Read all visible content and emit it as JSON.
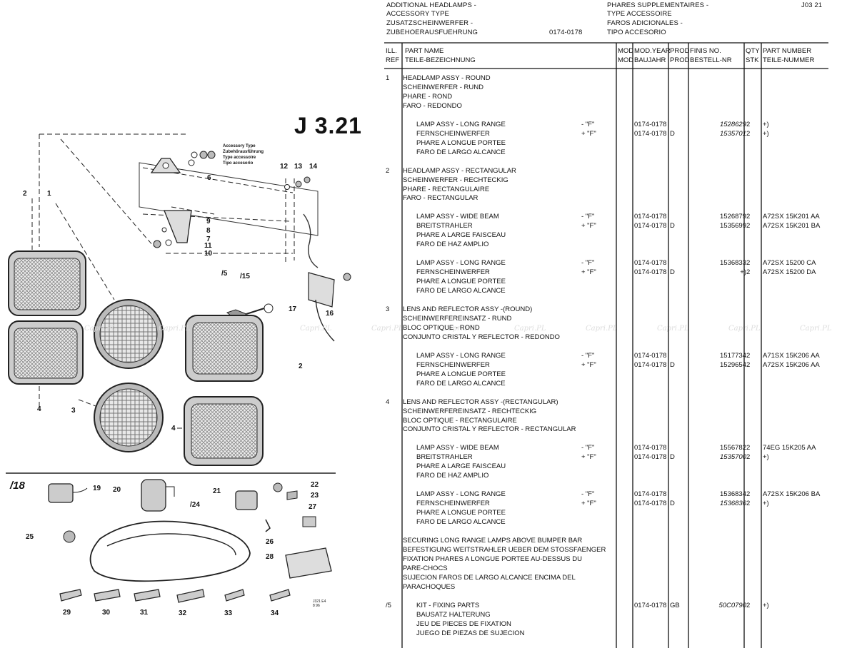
{
  "header": {
    "left_lines": [
      "ADDITIONAL HEADLAMPS -",
      "ACCESSORY TYPE",
      "ZUSATZSCHEINWERFER -",
      "ZUBEHOERAUSFUEHRUNG"
    ],
    "date_range": "0174-0178",
    "right_lines": [
      "PHARES SUPPLEMENTAIRES -",
      "TYPE ACCESSOIRE",
      "FAROS ADICIONALES -",
      "TIPO ACCESORIO"
    ],
    "code": "J03 21"
  },
  "figure": {
    "title": "J 3.21",
    "legend": [
      "Accessory Type",
      "Zubehörausführung",
      "Type accessoire",
      "Tipo accesorio"
    ],
    "callouts_top": [
      "1",
      "2",
      "3",
      "4",
      "5",
      "6",
      "7",
      "8",
      "9",
      "10",
      "11",
      "12",
      "13",
      "14",
      "15",
      "16",
      "17"
    ],
    "callouts_bottom": [
      "18",
      "19",
      "20",
      "21",
      "22",
      "23",
      "24",
      "25",
      "26",
      "27",
      "28",
      "29",
      "30",
      "31",
      "32",
      "33",
      "34"
    ],
    "ref_code": "J321 E4 8 96",
    "watermark": "Capri.PL"
  },
  "columns": {
    "ill_ref": [
      "ILL.",
      "REF"
    ],
    "part_name": [
      "PART NAME",
      "TEILE-BEZEICHNUNG"
    ],
    "mod": [
      "MOD",
      "MOD"
    ],
    "mod_year": [
      "MOD.YEAR",
      "BAUJAHR"
    ],
    "prod": [
      "PROD",
      "PROD"
    ],
    "finis": [
      "FINIS NO.",
      "BESTELL-NR"
    ],
    "qty": [
      "QTY",
      "STK"
    ],
    "part_number": [
      "PART NUMBER",
      "TEILE-NUMMER"
    ]
  },
  "rows": [
    {
      "ref": "1",
      "name": "HEADLAMP ASSY - ROUND",
      "var": "",
      "year": "",
      "prod": "",
      "fin": "",
      "qty": "",
      "pn": "",
      "indent": false
    },
    {
      "ref": "",
      "name": "SCHEINWERFER - RUND",
      "var": "",
      "year": "",
      "prod": "",
      "fin": "",
      "qty": "",
      "pn": "",
      "indent": false
    },
    {
      "ref": "",
      "name": "PHARE - ROND",
      "var": "",
      "year": "",
      "prod": "",
      "fin": "",
      "qty": "",
      "pn": "",
      "indent": false
    },
    {
      "ref": "",
      "name": "FARO - REDONDO",
      "var": "",
      "year": "",
      "prod": "",
      "fin": "",
      "qty": "",
      "pn": "",
      "indent": false
    },
    {
      "gap": true
    },
    {
      "ref": "",
      "name": "LAMP ASSY - LONG RANGE",
      "var": "- \"F\"",
      "year": "0174-0178",
      "prod": "",
      "fin": "1528629",
      "qty": "2",
      "pn": "+)",
      "indent": true,
      "finit": true
    },
    {
      "ref": "",
      "name": "FERNSCHEINWERFER",
      "var": "+ \"F\"",
      "year": "0174-0178",
      "prod": "D",
      "fin": "1535701",
      "qty": "2",
      "pn": "+)",
      "indent": true,
      "finit": true
    },
    {
      "ref": "",
      "name": "PHARE A LONGUE PORTEE",
      "var": "",
      "year": "",
      "prod": "",
      "fin": "",
      "qty": "",
      "pn": "",
      "indent": true
    },
    {
      "ref": "",
      "name": "FARO DE LARGO ALCANCE",
      "var": "",
      "year": "",
      "prod": "",
      "fin": "",
      "qty": "",
      "pn": "",
      "indent": true
    },
    {
      "gap": true
    },
    {
      "ref": "2",
      "name": "HEADLAMP ASSY - RECTANGULAR",
      "var": "",
      "year": "",
      "prod": "",
      "fin": "",
      "qty": "",
      "pn": "",
      "indent": false
    },
    {
      "ref": "",
      "name": "SCHEINWERFER - RECHTECKIG",
      "var": "",
      "year": "",
      "prod": "",
      "fin": "",
      "qty": "",
      "pn": "",
      "indent": false
    },
    {
      "ref": "",
      "name": "PHARE - RECTANGULAIRE",
      "var": "",
      "year": "",
      "prod": "",
      "fin": "",
      "qty": "",
      "pn": "",
      "indent": false
    },
    {
      "ref": "",
      "name": "FARO - RECTANGULAR",
      "var": "",
      "year": "",
      "prod": "",
      "fin": "",
      "qty": "",
      "pn": "",
      "indent": false
    },
    {
      "gap": true
    },
    {
      "ref": "",
      "name": "LAMP ASSY - WIDE BEAM",
      "var": "- \"F\"",
      "year": "0174-0178",
      "prod": "",
      "fin": "1526879",
      "qty": "2",
      "pn": "A72SX 15K201 AA",
      "indent": true
    },
    {
      "ref": "",
      "name": "BREITSTRAHLER",
      "var": "+ \"F\"",
      "year": "0174-0178",
      "prod": "D",
      "fin": "1535699",
      "qty": "2",
      "pn": "A72SX 15K201 BA",
      "indent": true
    },
    {
      "ref": "",
      "name": "PHARE A LARGE FAISCEAU",
      "var": "",
      "year": "",
      "prod": "",
      "fin": "",
      "qty": "",
      "pn": "",
      "indent": true
    },
    {
      "ref": "",
      "name": "FARO DE HAZ AMPLIO",
      "var": "",
      "year": "",
      "prod": "",
      "fin": "",
      "qty": "",
      "pn": "",
      "indent": true
    },
    {
      "gap": true
    },
    {
      "ref": "",
      "name": "LAMP ASSY - LONG RANGE",
      "var": "- \"F\"",
      "year": "0174-0178",
      "prod": "",
      "fin": "1536833",
      "qty": "2",
      "pn": "A72SX 15200 CA",
      "indent": true
    },
    {
      "ref": "",
      "name": "FERNSCHEINWERFER",
      "var": "+ \"F\"",
      "year": "0174-0178",
      "prod": "D",
      "fin": "+)",
      "qty": "2",
      "pn": "A72SX 15200 DA",
      "indent": true
    },
    {
      "ref": "",
      "name": "PHARE A LONGUE PORTEE",
      "var": "",
      "year": "",
      "prod": "",
      "fin": "",
      "qty": "",
      "pn": "",
      "indent": true
    },
    {
      "ref": "",
      "name": "FARO DE LARGO ALCANCE",
      "var": "",
      "year": "",
      "prod": "",
      "fin": "",
      "qty": "",
      "pn": "",
      "indent": true
    },
    {
      "gap": true
    },
    {
      "ref": "3",
      "name": "LENS AND REFLECTOR ASSY -(ROUND)",
      "var": "",
      "year": "",
      "prod": "",
      "fin": "",
      "qty": "",
      "pn": "",
      "indent": false
    },
    {
      "ref": "",
      "name": "SCHEINWERFEREINSATZ - RUND",
      "var": "",
      "year": "",
      "prod": "",
      "fin": "",
      "qty": "",
      "pn": "",
      "indent": false
    },
    {
      "ref": "",
      "name": "BLOC OPTIQUE - ROND",
      "var": "",
      "year": "",
      "prod": "",
      "fin": "",
      "qty": "",
      "pn": "",
      "indent": false
    },
    {
      "ref": "",
      "name": "CONJUNTO CRISTAL Y REFLECTOR - REDONDO",
      "var": "",
      "year": "",
      "prod": "",
      "fin": "",
      "qty": "",
      "pn": "",
      "indent": false
    },
    {
      "gap": true
    },
    {
      "ref": "",
      "name": "LAMP ASSY - LONG RANGE",
      "var": "- \"F\"",
      "year": "0174-0178",
      "prod": "",
      "fin": "1517734",
      "qty": "2",
      "pn": "A71SX 15K206 AA",
      "indent": true
    },
    {
      "ref": "",
      "name": "FERNSCHEINWERFER",
      "var": "+ \"F\"",
      "year": "0174-0178",
      "prod": "D",
      "fin": "1529654",
      "qty": "2",
      "pn": "A72SX 15K206 AA",
      "indent": true
    },
    {
      "ref": "",
      "name": "PHARE A LONGUE PORTEE",
      "var": "",
      "year": "",
      "prod": "",
      "fin": "",
      "qty": "",
      "pn": "",
      "indent": true
    },
    {
      "ref": "",
      "name": "FARO DE LARGO ALCANCE",
      "var": "",
      "year": "",
      "prod": "",
      "fin": "",
      "qty": "",
      "pn": "",
      "indent": true
    },
    {
      "gap": true
    },
    {
      "ref": "4",
      "name": "LENS AND REFLECTOR ASSY -(RECTANGULAR)",
      "var": "",
      "year": "",
      "prod": "",
      "fin": "",
      "qty": "",
      "pn": "",
      "indent": false
    },
    {
      "ref": "",
      "name": "SCHEINWERFEREINSATZ - RECHTECKIG",
      "var": "",
      "year": "",
      "prod": "",
      "fin": "",
      "qty": "",
      "pn": "",
      "indent": false
    },
    {
      "ref": "",
      "name": "BLOC OPTIQUE - RECTANGULAIRE",
      "var": "",
      "year": "",
      "prod": "",
      "fin": "",
      "qty": "",
      "pn": "",
      "indent": false
    },
    {
      "ref": "",
      "name": "CONJUNTO CRISTAL Y REFLECTOR - RECTANGULAR",
      "var": "",
      "year": "",
      "prod": "",
      "fin": "",
      "qty": "",
      "pn": "",
      "indent": false
    },
    {
      "gap": true
    },
    {
      "ref": "",
      "name": "LAMP ASSY - WIDE BEAM",
      "var": "- \"F\"",
      "year": "0174-0178",
      "prod": "",
      "fin": "1556782",
      "qty": "2",
      "pn": "74EG 15K205 AA",
      "indent": true
    },
    {
      "ref": "",
      "name": "BREITSTRAHLER",
      "var": "+ \"F\"",
      "year": "0174-0178",
      "prod": "D",
      "fin": "1535700",
      "qty": "2",
      "pn": "+)",
      "indent": true,
      "finit": true
    },
    {
      "ref": "",
      "name": "PHARE A LARGE FAISCEAU",
      "var": "",
      "year": "",
      "prod": "",
      "fin": "",
      "qty": "",
      "pn": "",
      "indent": true
    },
    {
      "ref": "",
      "name": "FARO DE HAZ AMPLIO",
      "var": "",
      "year": "",
      "prod": "",
      "fin": "",
      "qty": "",
      "pn": "",
      "indent": true
    },
    {
      "gap": true
    },
    {
      "ref": "",
      "name": "LAMP ASSY - LONG RANGE",
      "var": "- \"F\"",
      "year": "0174-0178",
      "prod": "",
      "fin": "1536834",
      "qty": "2",
      "pn": "A72SX 15K206 BA",
      "indent": true
    },
    {
      "ref": "",
      "name": "FERNSCHEINWERFER",
      "var": "+ \"F\"",
      "year": "0174-0178",
      "prod": "D",
      "fin": "1536836",
      "qty": "2",
      "pn": "+)",
      "indent": true,
      "finit": true
    },
    {
      "ref": "",
      "name": "PHARE A LONGUE PORTEE",
      "var": "",
      "year": "",
      "prod": "",
      "fin": "",
      "qty": "",
      "pn": "",
      "indent": true
    },
    {
      "ref": "",
      "name": "FARO DE LARGO ALCANCE",
      "var": "",
      "year": "",
      "prod": "",
      "fin": "",
      "qty": "",
      "pn": "",
      "indent": true
    },
    {
      "gap": true
    },
    {
      "ref": "",
      "name": "SECURING LONG RANGE LAMPS ABOVE BUMPER BAR",
      "var": "",
      "year": "",
      "prod": "",
      "fin": "",
      "qty": "",
      "pn": "",
      "indent": false
    },
    {
      "ref": "",
      "name": "BEFESTIGUNG WEITSTRAHLER UEBER DEM STOSSFAENGER",
      "var": "",
      "year": "",
      "prod": "",
      "fin": "",
      "qty": "",
      "pn": "",
      "indent": false
    },
    {
      "ref": "",
      "name": "FIXATION PHARES A LONGUE PORTEE AU-DESSUS DU",
      "var": "",
      "year": "",
      "prod": "",
      "fin": "",
      "qty": "",
      "pn": "",
      "indent": false
    },
    {
      "ref": "",
      "name": "PARE-CHOCS",
      "var": "",
      "year": "",
      "prod": "",
      "fin": "",
      "qty": "",
      "pn": "",
      "indent": false
    },
    {
      "ref": "",
      "name": "SUJECION FAROS DE LARGO ALCANCE ENCIMA DEL",
      "var": "",
      "year": "",
      "prod": "",
      "fin": "",
      "qty": "",
      "pn": "",
      "indent": false
    },
    {
      "ref": "",
      "name": "PARACHOQUES",
      "var": "",
      "year": "",
      "prod": "",
      "fin": "",
      "qty": "",
      "pn": "",
      "indent": false
    },
    {
      "gap": true
    },
    {
      "ref": "/5",
      "name": "KIT - FIXING PARTS",
      "var": "",
      "year": "0174-0178",
      "prod": "GB",
      "fin": "50C0790",
      "qty": "2",
      "pn": "+)",
      "indent": true,
      "finit": true
    },
    {
      "ref": "",
      "name": "BAUSATZ HALTERUNG",
      "var": "",
      "year": "",
      "prod": "",
      "fin": "",
      "qty": "",
      "pn": "",
      "indent": true
    },
    {
      "ref": "",
      "name": "JEU DE PIECES DE FIXATION",
      "var": "",
      "year": "",
      "prod": "",
      "fin": "",
      "qty": "",
      "pn": "",
      "indent": true
    },
    {
      "ref": "",
      "name": "JUEGO DE PIEZAS DE SUJECION",
      "var": "",
      "year": "",
      "prod": "",
      "fin": "",
      "qty": "",
      "pn": "",
      "indent": true
    }
  ]
}
